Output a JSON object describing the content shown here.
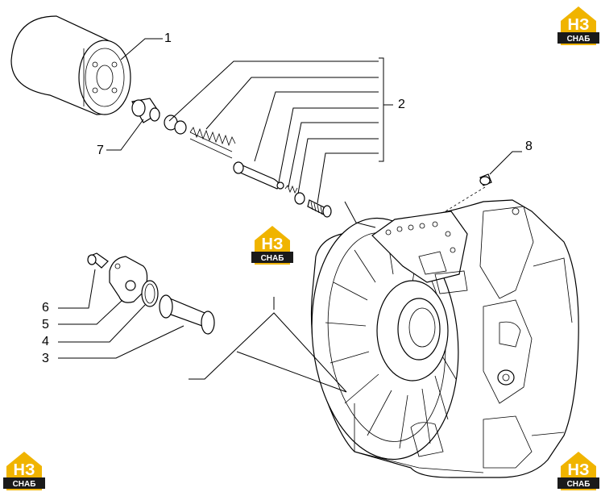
{
  "logo": {
    "letters": "НЗ",
    "word": "СНАБ",
    "color_yellow": "#f0b400",
    "color_dark": "#1a1a1a"
  },
  "callouts": [
    "1",
    "2",
    "3",
    "4",
    "5",
    "6",
    "7",
    "8"
  ]
}
